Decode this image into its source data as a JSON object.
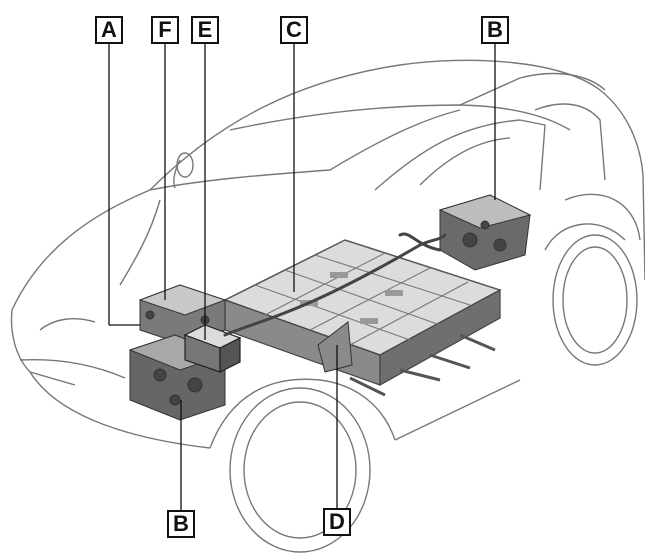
{
  "colors": {
    "outline": "#555555",
    "component": "#6e6e6e",
    "battery_top": "#d9d9d9",
    "label_border": "#111111",
    "background": "#ffffff"
  },
  "labels": {
    "a": "A",
    "f": "F",
    "e": "E",
    "c": "C",
    "b_top": "B",
    "b_bottom": "B",
    "d": "D"
  }
}
